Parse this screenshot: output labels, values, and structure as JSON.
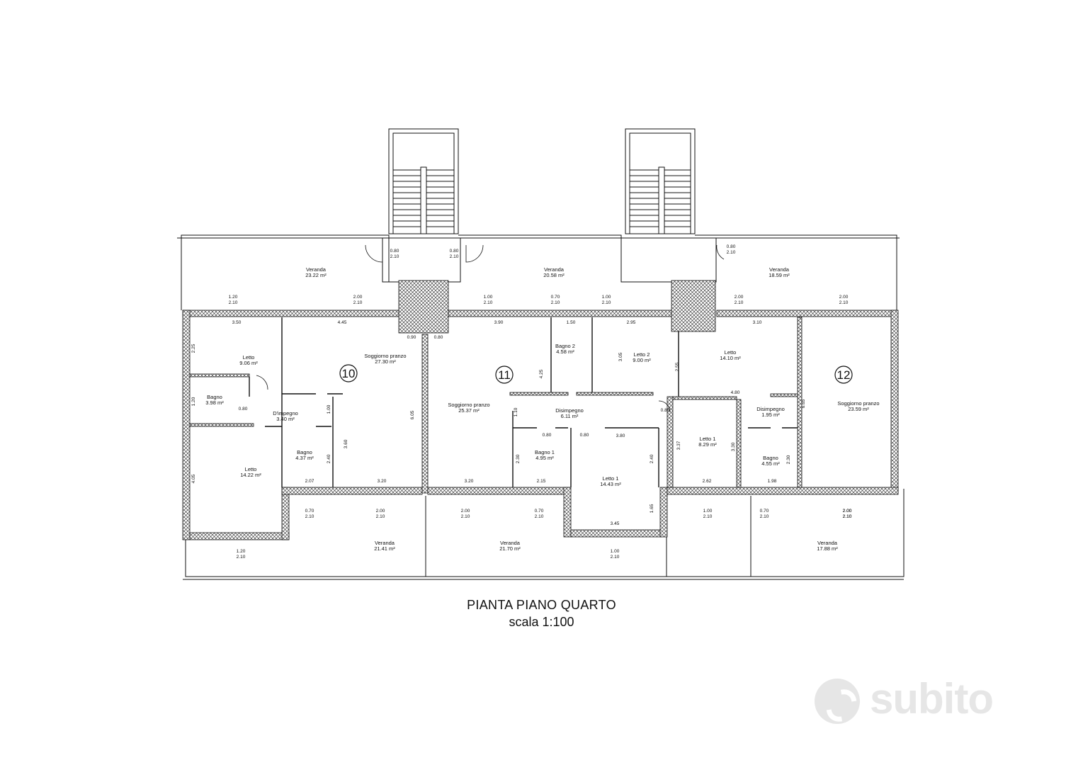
{
  "plan": {
    "title": "PIANTA PIANO QUARTO",
    "scale": "scala 1:100",
    "units": [
      "10",
      "11",
      "12"
    ]
  },
  "rooms": [
    {
      "name": "Veranda",
      "area": "23.22 m²"
    },
    {
      "name": "Veranda",
      "area": "20.58 m²"
    },
    {
      "name": "Veranda",
      "area": "18.59 m²"
    },
    {
      "name": "Letto",
      "area": "9.06 m²"
    },
    {
      "name": "Soggiorno pranzo",
      "area": "27.30 m²"
    },
    {
      "name": "Bagno",
      "area": "3.98 m²"
    },
    {
      "name": "D'impegno",
      "area": "3.40 m²"
    },
    {
      "name": "Bagno",
      "area": "4.37 m²"
    },
    {
      "name": "Letto",
      "area": "14.22 m²"
    },
    {
      "name": "Soggiorno pranzo",
      "area": "25.37 m²"
    },
    {
      "name": "Bagno 2",
      "area": "4.58 m²"
    },
    {
      "name": "Letto 2",
      "area": "9.00 m²"
    },
    {
      "name": "Disimpegno",
      "area": "6.11 m²"
    },
    {
      "name": "Bagno 1",
      "area": "4.95 m²"
    },
    {
      "name": "Letto 1",
      "area": "14.43 m²"
    },
    {
      "name": "Letto",
      "area": "14.10 m²"
    },
    {
      "name": "Disimpegno",
      "area": "1.95 m²"
    },
    {
      "name": "Soggiorno pranzo",
      "area": "23.59 m²"
    },
    {
      "name": "Letto 1",
      "area": "8.29 m²"
    },
    {
      "name": "Bagno",
      "area": "4.55 m²"
    },
    {
      "name": "Veranda",
      "area": "21.41 m²"
    },
    {
      "name": "Veranda",
      "area": "21.70 m²"
    },
    {
      "name": "Veranda",
      "area": "17.88 m²"
    }
  ],
  "dimensions": {
    "horizontal": [
      "3.50",
      "4.45",
      "3.90",
      "1.50",
      "2.95",
      "3.10",
      "4.80",
      "0.90",
      "0.80",
      "3.20",
      "3.20",
      "2.07",
      "2.15",
      "3.80",
      "3.45",
      "2.62",
      "1.98",
      "0.80",
      "0.80",
      "0.80",
      "0.80"
    ],
    "openings": [
      "0.80 2.10",
      "0.80 2.10",
      "0.80 2.10",
      "1.20 2.10",
      "2.00 2.10",
      "2.00 2.10",
      "0.70 2.10",
      "1.00 2.10",
      "1.00 2.10",
      "2.00 2.10",
      "0.70 2.10",
      "2.00 2.10",
      "2.00 2.10",
      "0.70 2.10",
      "2.00 2.10",
      "1.00 2.10",
      "0.70 2.10",
      "2.00 2.10",
      "1.20 2.10",
      "1.00 2.10"
    ],
    "vertical": [
      "2.25",
      "1.20",
      "4.05",
      "6.05",
      "4.25",
      "3.05",
      "2.55",
      "1.10",
      "2.30",
      "2.40",
      "1.65",
      "3.37",
      "3.30",
      "2.30",
      "6.65",
      "1.00",
      "3.60",
      "2.40"
    ]
  },
  "watermark": {
    "brand": "subito"
  }
}
